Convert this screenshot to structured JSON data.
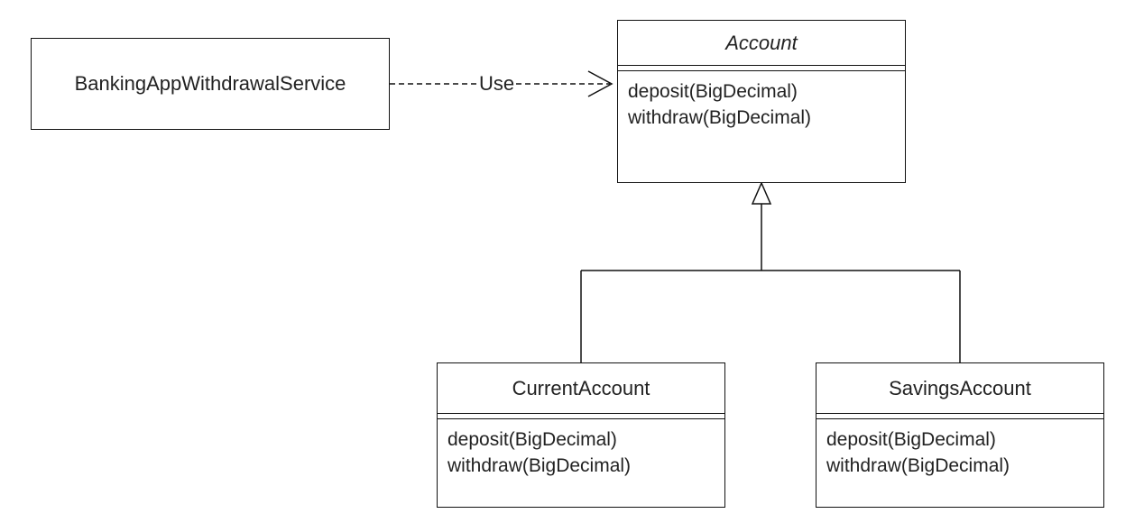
{
  "diagram": {
    "service": {
      "name": "BankingAppWithdrawalService"
    },
    "dependency": {
      "label": "Use"
    },
    "account": {
      "name": "Account",
      "operations": [
        "deposit(BigDecimal)",
        "withdraw(BigDecimal)"
      ]
    },
    "current_account": {
      "name": "CurrentAccount",
      "operations": [
        "deposit(BigDecimal)",
        "withdraw(BigDecimal)"
      ]
    },
    "savings_account": {
      "name": "SavingsAccount",
      "operations": [
        "deposit(BigDecimal)",
        "withdraw(BigDecimal)"
      ]
    },
    "colors": {
      "line": "#111111",
      "background": "#ffffff",
      "text": "#222222"
    }
  }
}
